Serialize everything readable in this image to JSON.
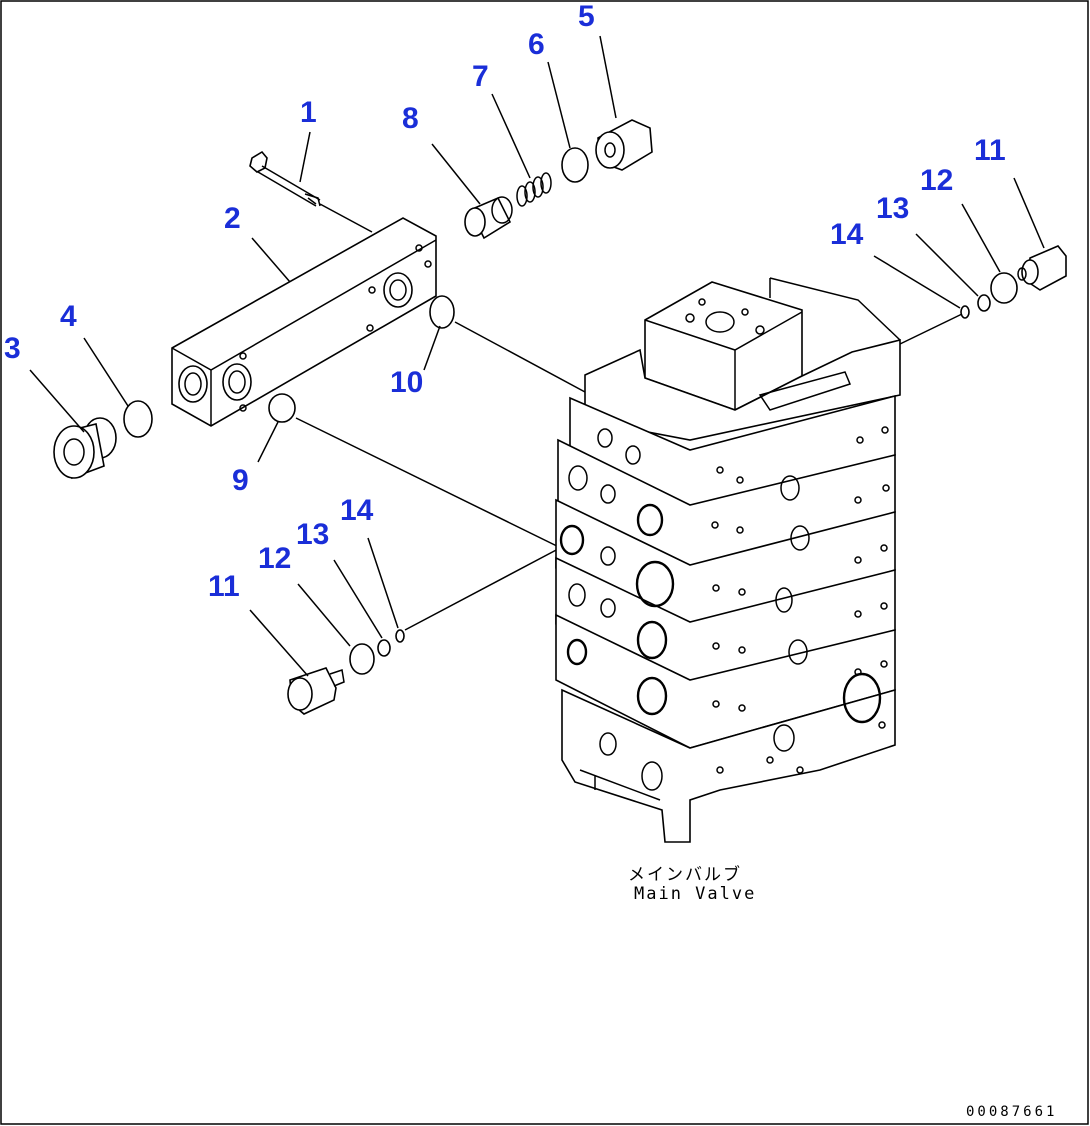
{
  "diagram": {
    "callouts": {
      "c1": "1",
      "c2": "2",
      "c3": "3",
      "c4": "4",
      "c5": "5",
      "c6": "6",
      "c7": "7",
      "c8": "8",
      "c9": "9",
      "c10": "10",
      "c11a": "11",
      "c12a": "12",
      "c13a": "13",
      "c14a": "14",
      "c11b": "11",
      "c12b": "12",
      "c13b": "13",
      "c14b": "14"
    },
    "caption_jp": "メインバルブ",
    "caption_en": "Main Valve",
    "drawing_number": "00087661",
    "callout_color": "#1a2ed8",
    "line_color": "#000000"
  }
}
